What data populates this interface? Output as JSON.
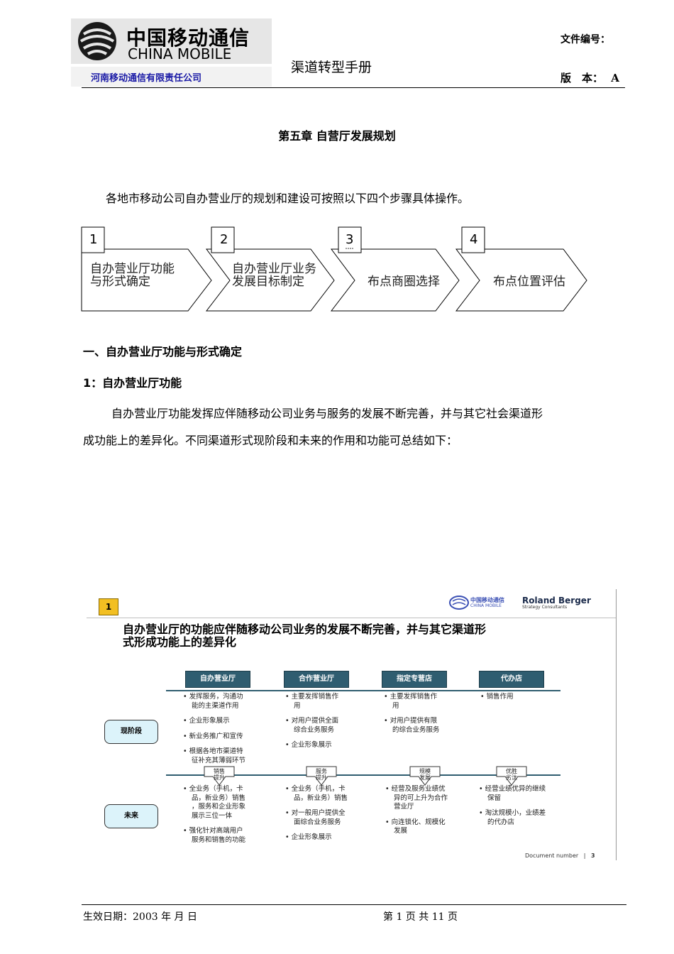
{
  "header": {
    "logo_cn": "中国移动通信",
    "logo_en": "CHINA MOBILE",
    "company": "河南移动通信有限责任公司",
    "title": "渠道转型手册",
    "file_no_label": "文件编号：",
    "version_label": "版　本：",
    "version_value": "A"
  },
  "chapter_title": "第五章  自营厅发展规划",
  "intro": "各地市移动公司自办营业厅的规划和建设可按照以下四个步骤具体操作。",
  "steps": [
    {
      "num": "1",
      "line1": "自办营业厅功能",
      "line2": "与形式确定"
    },
    {
      "num": "2",
      "line1": "自办营业厅业务",
      "line2": "发展目标制定"
    },
    {
      "num": "3",
      "line1": "布点商圈选择",
      "line2": ""
    },
    {
      "num": "4",
      "line1": "布点位置评估",
      "line2": ""
    }
  ],
  "section1": "一、自办营业厅功能与形式确定",
  "section1_1": "1：自办营业厅功能",
  "body_line1": "自办营业厅功能发挥应伴随移动公司业务与服务的发展不断完善，并与其它社会渠道形",
  "body_line2": "成功能上的差异化。不同渠道形式现阶段和未来的作用和功能可总结如下：",
  "slide": {
    "badge": "1",
    "logo_cn": "中国移动通信",
    "logo_en": "CHINA MOBILE",
    "rb_name": "Roland Berger",
    "rb_sub": "Strategy Consultants",
    "title_line1": "自办营业厅的功能应伴随移动公司业务的发展不断完善，并与其它渠道形",
    "title_line2": "式形成功能上的差异化",
    "columns": [
      "自办营业厅",
      "合作营业厅",
      "指定专营店",
      "代办店"
    ],
    "row_current": "现阶段",
    "row_future": "未来",
    "current": [
      [
        "发挥服务，沟通功",
        "能的主渠道作用",
        "企业形象展示",
        "新业务推广和宣传",
        "根据各地市渠道特",
        "征补充其薄弱环节"
      ],
      [
        "主要发挥销售作",
        "用",
        "对用户提供全面",
        "综合业务服务",
        "企业形象展示"
      ],
      [
        "主要发挥销售作",
        "用",
        "对用户提供有限",
        "的综合业务服务"
      ],
      [
        "销售作用"
      ]
    ],
    "arrows": [
      [
        "销售",
        "提升"
      ],
      [
        "服务",
        "提升"
      ],
      [
        "规模",
        "发展"
      ],
      [
        "优胜",
        "劣汰"
      ]
    ],
    "future": [
      [
        "全业务（手机，卡",
        "品，新业务）销售",
        "，服务和企业形象",
        "展示三位一体",
        "强化针对高端用户",
        "服务和销售的功能"
      ],
      [
        "全业务（手机，卡",
        "品，新业务）销售",
        "对一般用户提供全",
        "面综合业务服务",
        "企业形象展示"
      ],
      [
        "经营及服务业绩优",
        "异的可上升为合作",
        "营业厅",
        "向连锁化、规模化",
        "发展"
      ],
      [
        "经营业绩优异的继续",
        "保留",
        "淘汰规模小，业绩差",
        "的代办店"
      ]
    ],
    "doc_number_label": "Document number",
    "doc_number_sep": "|",
    "page": "3"
  },
  "footer": {
    "effective": "生效日期：2003 年 月 日",
    "page": "第 1 页 共 11 页"
  },
  "colors": {
    "header_blue": "#1a1aa6",
    "slide_header": "#2f5d70",
    "badge": "#f2bf22",
    "rowlabel": "#dcf3fa",
    "logo_blue": "#3a4fb4"
  }
}
